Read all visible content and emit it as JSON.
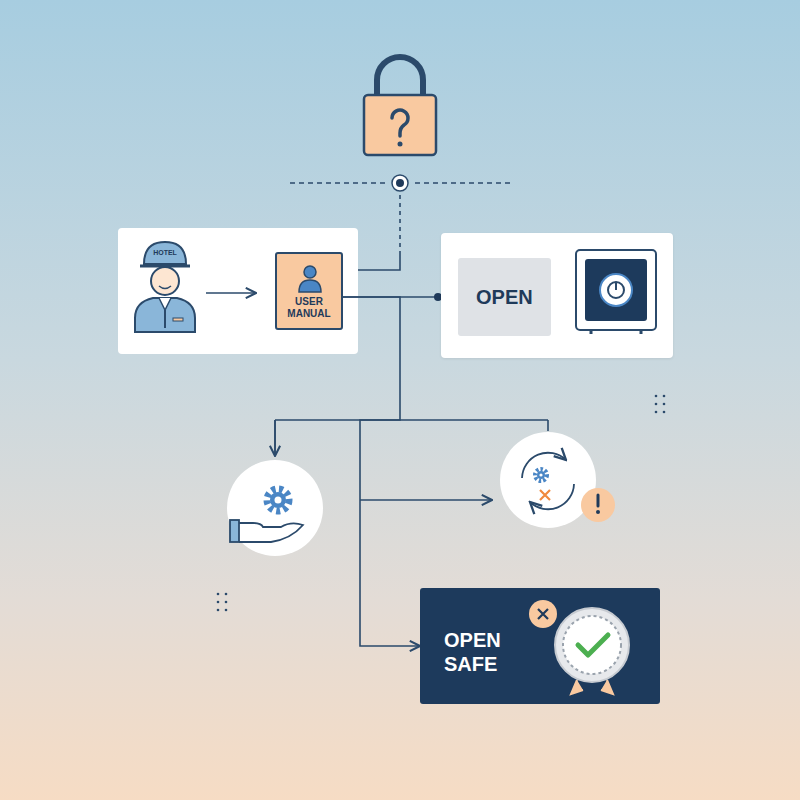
{
  "diagram": {
    "nodes": [
      {
        "text": [
          "USER MANUAL"
        ]
      },
      {
        "text": [
          "OPEN"
        ]
      },
      {
        "text": [
          "OPEN SAFE"
        ]
      }
    ],
    "edges": [
      {
        "from": 0,
        "to": 1,
        "arrow": "none"
      },
      {
        "from": 0,
        "to": 2,
        "arrow": "to"
      }
    ],
    "labels": [
      "HOTEL"
    ]
  }
}
